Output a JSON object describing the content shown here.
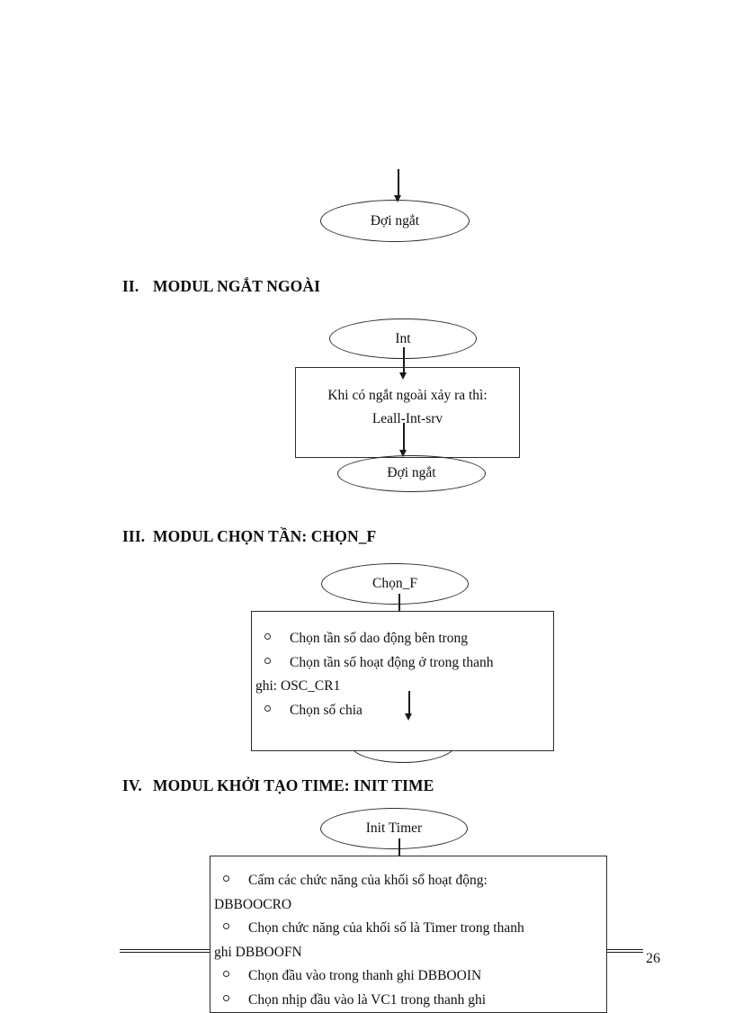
{
  "document": {
    "page_number": "26",
    "language": "vi"
  },
  "flow1": {
    "terminator": "Đợi ngắt"
  },
  "section2": {
    "numeral": "II.",
    "title": "MODUL NGẮT NGOÀI",
    "start": "Int",
    "process_line1": "Khi có ngắt ngoài xảy ra thì:",
    "process_line2": "Leall-Int-srv",
    "end": "Đợi ngắt"
  },
  "section3": {
    "numeral": "III.",
    "title": "MODUL CHỌN TẦN: CHỌN_F",
    "start": "Chọn_F",
    "bullets": [
      "Chọn tần số dao động bên trong",
      "Chọn tần số hoạt động ở trong thanh",
      "ghi: OSC_CR1",
      "Chọn số chia"
    ]
  },
  "section4": {
    "numeral": "IV.",
    "title": "MODUL KHỞI TẠO TIME: INIT TIME",
    "start": "Init Timer",
    "bullets": [
      "Cấm các chức năng của khối số hoạt động:",
      "DBBOOCRO",
      "Chọn chức năng của khối số là Timer trong thanh",
      "ghi DBBOOFN",
      "Chọn đầu vào trong thanh ghi DBBOOIN",
      "Chọn nhịp đầu vào là VC1 trong thanh ghi"
    ]
  },
  "colors": {
    "ink": "#101010",
    "stroke": "#2b2b2b",
    "paper": "#ffffff"
  }
}
